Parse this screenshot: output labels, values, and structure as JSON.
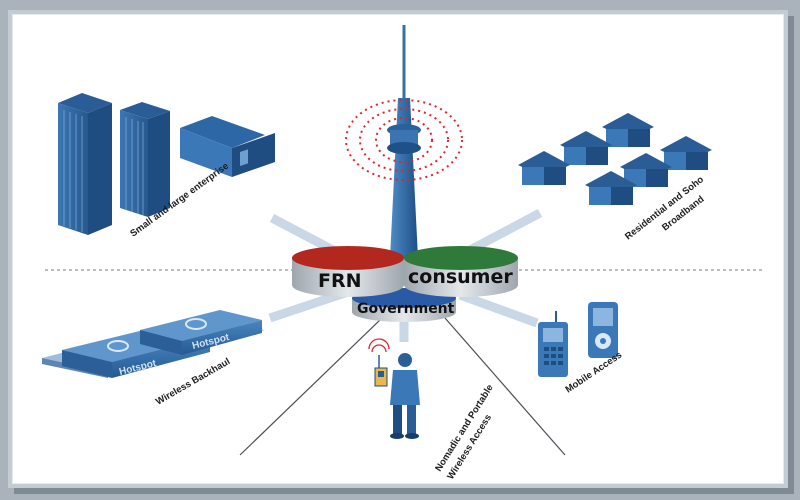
{
  "hub": {
    "left": "FRN",
    "right": "consumer",
    "bottom": "Government",
    "colors": {
      "left": "#b3281e",
      "right": "#2f7a3a",
      "bottom": "#2a5aa6"
    }
  },
  "labels": {
    "enterprise": "Small and large enterprise",
    "residential_line1": "Residential and Soho",
    "residential_line2": "Broadband",
    "backhaul": "Wireless Backhaul",
    "mobile": "Mobile Access",
    "nomadic_line1": "Nomadic and Portable",
    "nomadic_line2": "Wireless Access"
  },
  "hotspot_label": "Hotspot",
  "icons": [
    "tower-icon",
    "office-buildings-icon",
    "houses-icon",
    "hotspot-icon",
    "mobile-phone-icon",
    "person-device-icon"
  ]
}
